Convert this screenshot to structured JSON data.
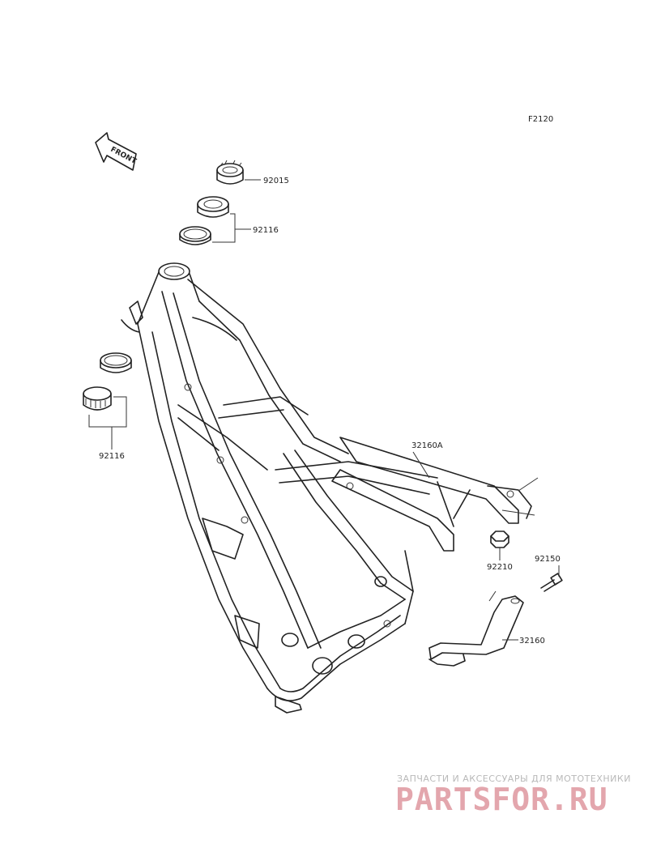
{
  "diagram_code": "F2120",
  "front_label": "FRONT",
  "parts": {
    "nut": "92015",
    "bearing_upper": "92116",
    "bearing_lower": "92116",
    "subframe": "32160A",
    "nut_subframe": "92210",
    "bolt": "92150",
    "bracket": "32160"
  },
  "watermark": {
    "tagline": "ЗАПЧАСТИ И АКСЕССУАРЫ ДЛЯ МОТОТЕХНИКИ",
    "brand": "PARTSFOR.RU",
    "color": "#e3a6ad"
  }
}
